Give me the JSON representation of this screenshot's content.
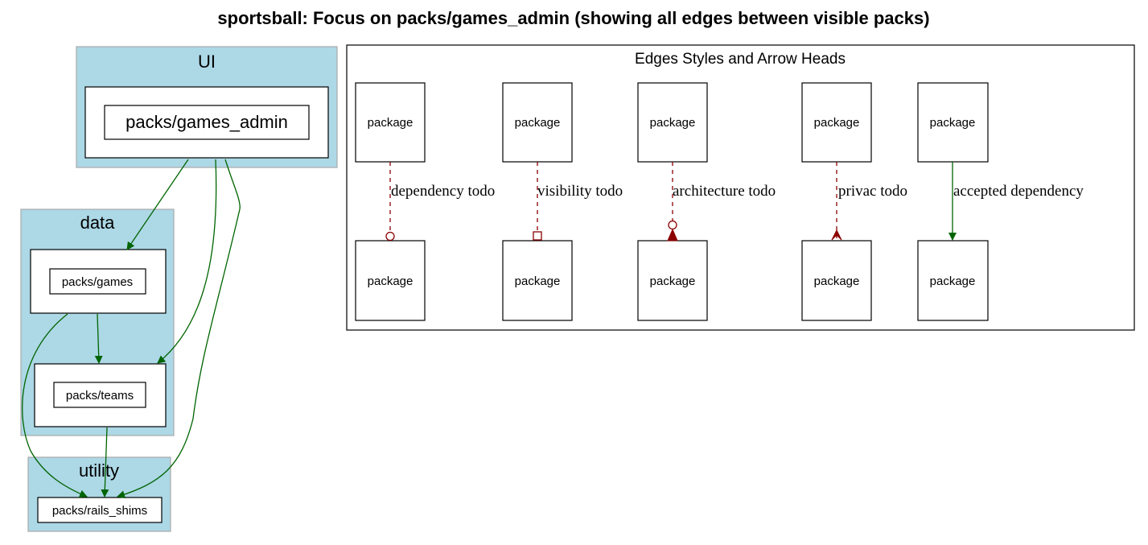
{
  "title": "sportsball: Focus on packs/games_admin (showing all edges between visible packs)",
  "colors": {
    "layer_fill": "#add8e6",
    "layer_border": "#a9a9a9",
    "accepted_edge": "#006400",
    "todo_edge": "#8b0000"
  },
  "layers": {
    "ui": {
      "label": "UI"
    },
    "data": {
      "label": "data"
    },
    "utility": {
      "label": "utility"
    }
  },
  "packs": {
    "games_admin": "packs/games_admin",
    "games": "packs/games",
    "teams": "packs/teams",
    "rails_shims": "packs/rails_shims"
  },
  "legend": {
    "title": "Edges Styles and Arrow Heads",
    "node_label": "package",
    "edges": [
      {
        "label": "dependency todo",
        "style": "dashed",
        "head": "odot"
      },
      {
        "label": "visibility todo",
        "style": "dashed",
        "head": "obox"
      },
      {
        "label": "architecture todo",
        "style": "dashed",
        "head": "odot-normal"
      },
      {
        "label": "privac todo",
        "style": "dashed",
        "head": "crow"
      },
      {
        "label": "accepted dependency",
        "style": "solid",
        "head": "normal"
      }
    ]
  }
}
